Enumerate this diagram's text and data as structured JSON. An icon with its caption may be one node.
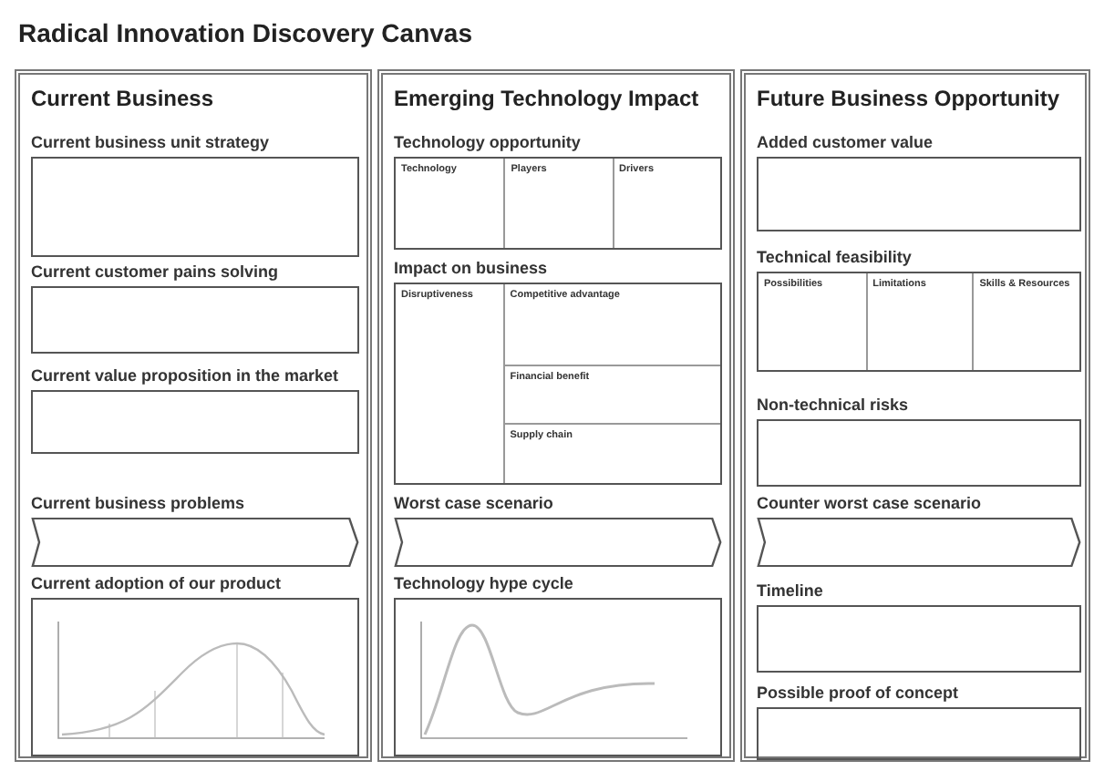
{
  "diagram": {
    "title": "Radical Innovation Discovery Canvas",
    "nodes": [
      {
        "text": [
          "Current Business"
        ]
      },
      {
        "text": [
          "Current business unit strategy"
        ],
        "in": 0
      },
      {
        "text": [
          "Current customer pains solving"
        ],
        "in": 0
      },
      {
        "text": [
          "Current value proposition in the market"
        ],
        "in": 0
      },
      {
        "text": [
          "Current business problems"
        ],
        "in": 0
      },
      {
        "text": [
          "Current adoption of our product"
        ],
        "in": 0
      },
      {
        "text": [
          "Emerging Technology Impact"
        ]
      },
      {
        "text": [
          "Technology opportunity"
        ],
        "in": 6
      },
      {
        "text": [
          "Technology"
        ],
        "in": 7
      },
      {
        "text": [
          "Players"
        ],
        "in": 7
      },
      {
        "text": [
          "Drivers"
        ],
        "in": 7
      },
      {
        "text": [
          "Impact on business"
        ],
        "in": 6
      },
      {
        "text": [
          "Disruptiveness"
        ],
        "in": 11
      },
      {
        "text": [
          "Competitive advantage"
        ],
        "in": 11
      },
      {
        "text": [
          "Financial benefit"
        ],
        "in": 11
      },
      {
        "text": [
          "Supply chain"
        ],
        "in": 11
      },
      {
        "text": [
          "Worst case scenario"
        ],
        "in": 6
      },
      {
        "text": [
          "Technology hype cycle"
        ],
        "in": 6
      },
      {
        "text": [
          "Future Business Opportunity"
        ]
      },
      {
        "text": [
          "Added customer value"
        ],
        "in": 18
      },
      {
        "text": [
          "Technical feasibility"
        ],
        "in": 18
      },
      {
        "text": [
          "Possibilities"
        ],
        "in": 20
      },
      {
        "text": [
          "Limitations"
        ],
        "in": 20
      },
      {
        "text": [
          "Skills & Resources"
        ],
        "in": 20
      },
      {
        "text": [
          "Non-technical risks"
        ],
        "in": 18
      },
      {
        "text": [
          "Counter worst case scenario"
        ],
        "in": 18
      },
      {
        "text": [
          "Timeline"
        ],
        "in": 18
      },
      {
        "text": [
          "Possible proof of concept"
        ],
        "in": 18
      }
    ]
  }
}
